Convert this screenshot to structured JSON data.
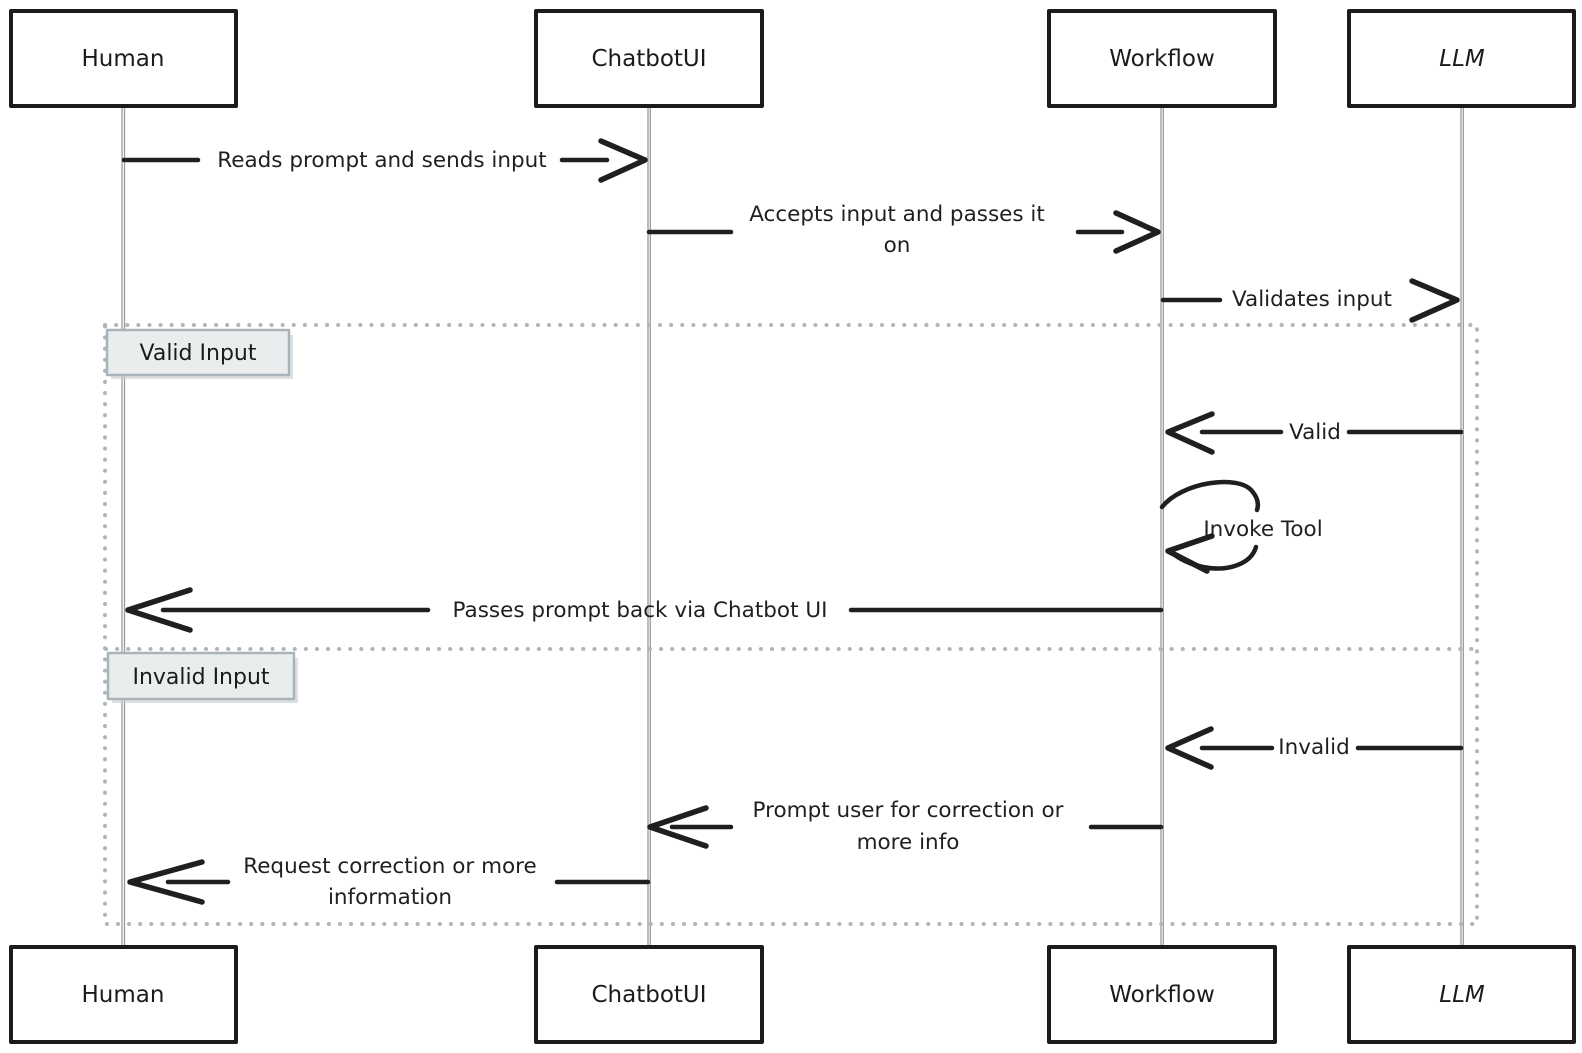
{
  "diagram": {
    "type": "sequence-diagram",
    "style": "hand-drawn",
    "actors": [
      "Human",
      "ChatbotUI",
      "Workflow",
      "LLM"
    ],
    "alt_frame": {
      "sections": [
        {
          "label": "Valid Input"
        },
        {
          "label": "Invalid Input"
        }
      ]
    },
    "messages": [
      {
        "from": "Human",
        "to": "ChatbotUI",
        "lines": [
          "Reads prompt and sends input"
        ]
      },
      {
        "from": "ChatbotUI",
        "to": "Workflow",
        "lines": [
          "Accepts input and passes it",
          "on"
        ]
      },
      {
        "from": "Workflow",
        "to": "LLM",
        "lines": [
          "Validates input"
        ]
      },
      {
        "from": "LLM",
        "to": "Workflow",
        "lines": [
          "Valid"
        ]
      },
      {
        "from": "Workflow",
        "to": "Workflow",
        "lines": [
          "Invoke Tool"
        ],
        "self_loop": true
      },
      {
        "from": "Workflow",
        "to": "Human",
        "lines": [
          "Passes prompt back via Chatbot UI"
        ]
      },
      {
        "from": "LLM",
        "to": "Workflow",
        "lines": [
          "Invalid"
        ]
      },
      {
        "from": "Workflow",
        "to": "ChatbotUI",
        "lines": [
          "Prompt user for correction or",
          "more info"
        ]
      },
      {
        "from": "ChatbotUI",
        "to": "Human",
        "lines": [
          "Request correction or more",
          "information"
        ]
      }
    ],
    "colors": {
      "background": "#ffffff",
      "ink": "#1f1f1f",
      "box_border": "#1b1b1b",
      "lifeline": "#9a9a9a",
      "frame_dots": "#aeb6bc",
      "section_label_fill": "#e9edee",
      "section_label_border": "#a9b4ba"
    }
  }
}
